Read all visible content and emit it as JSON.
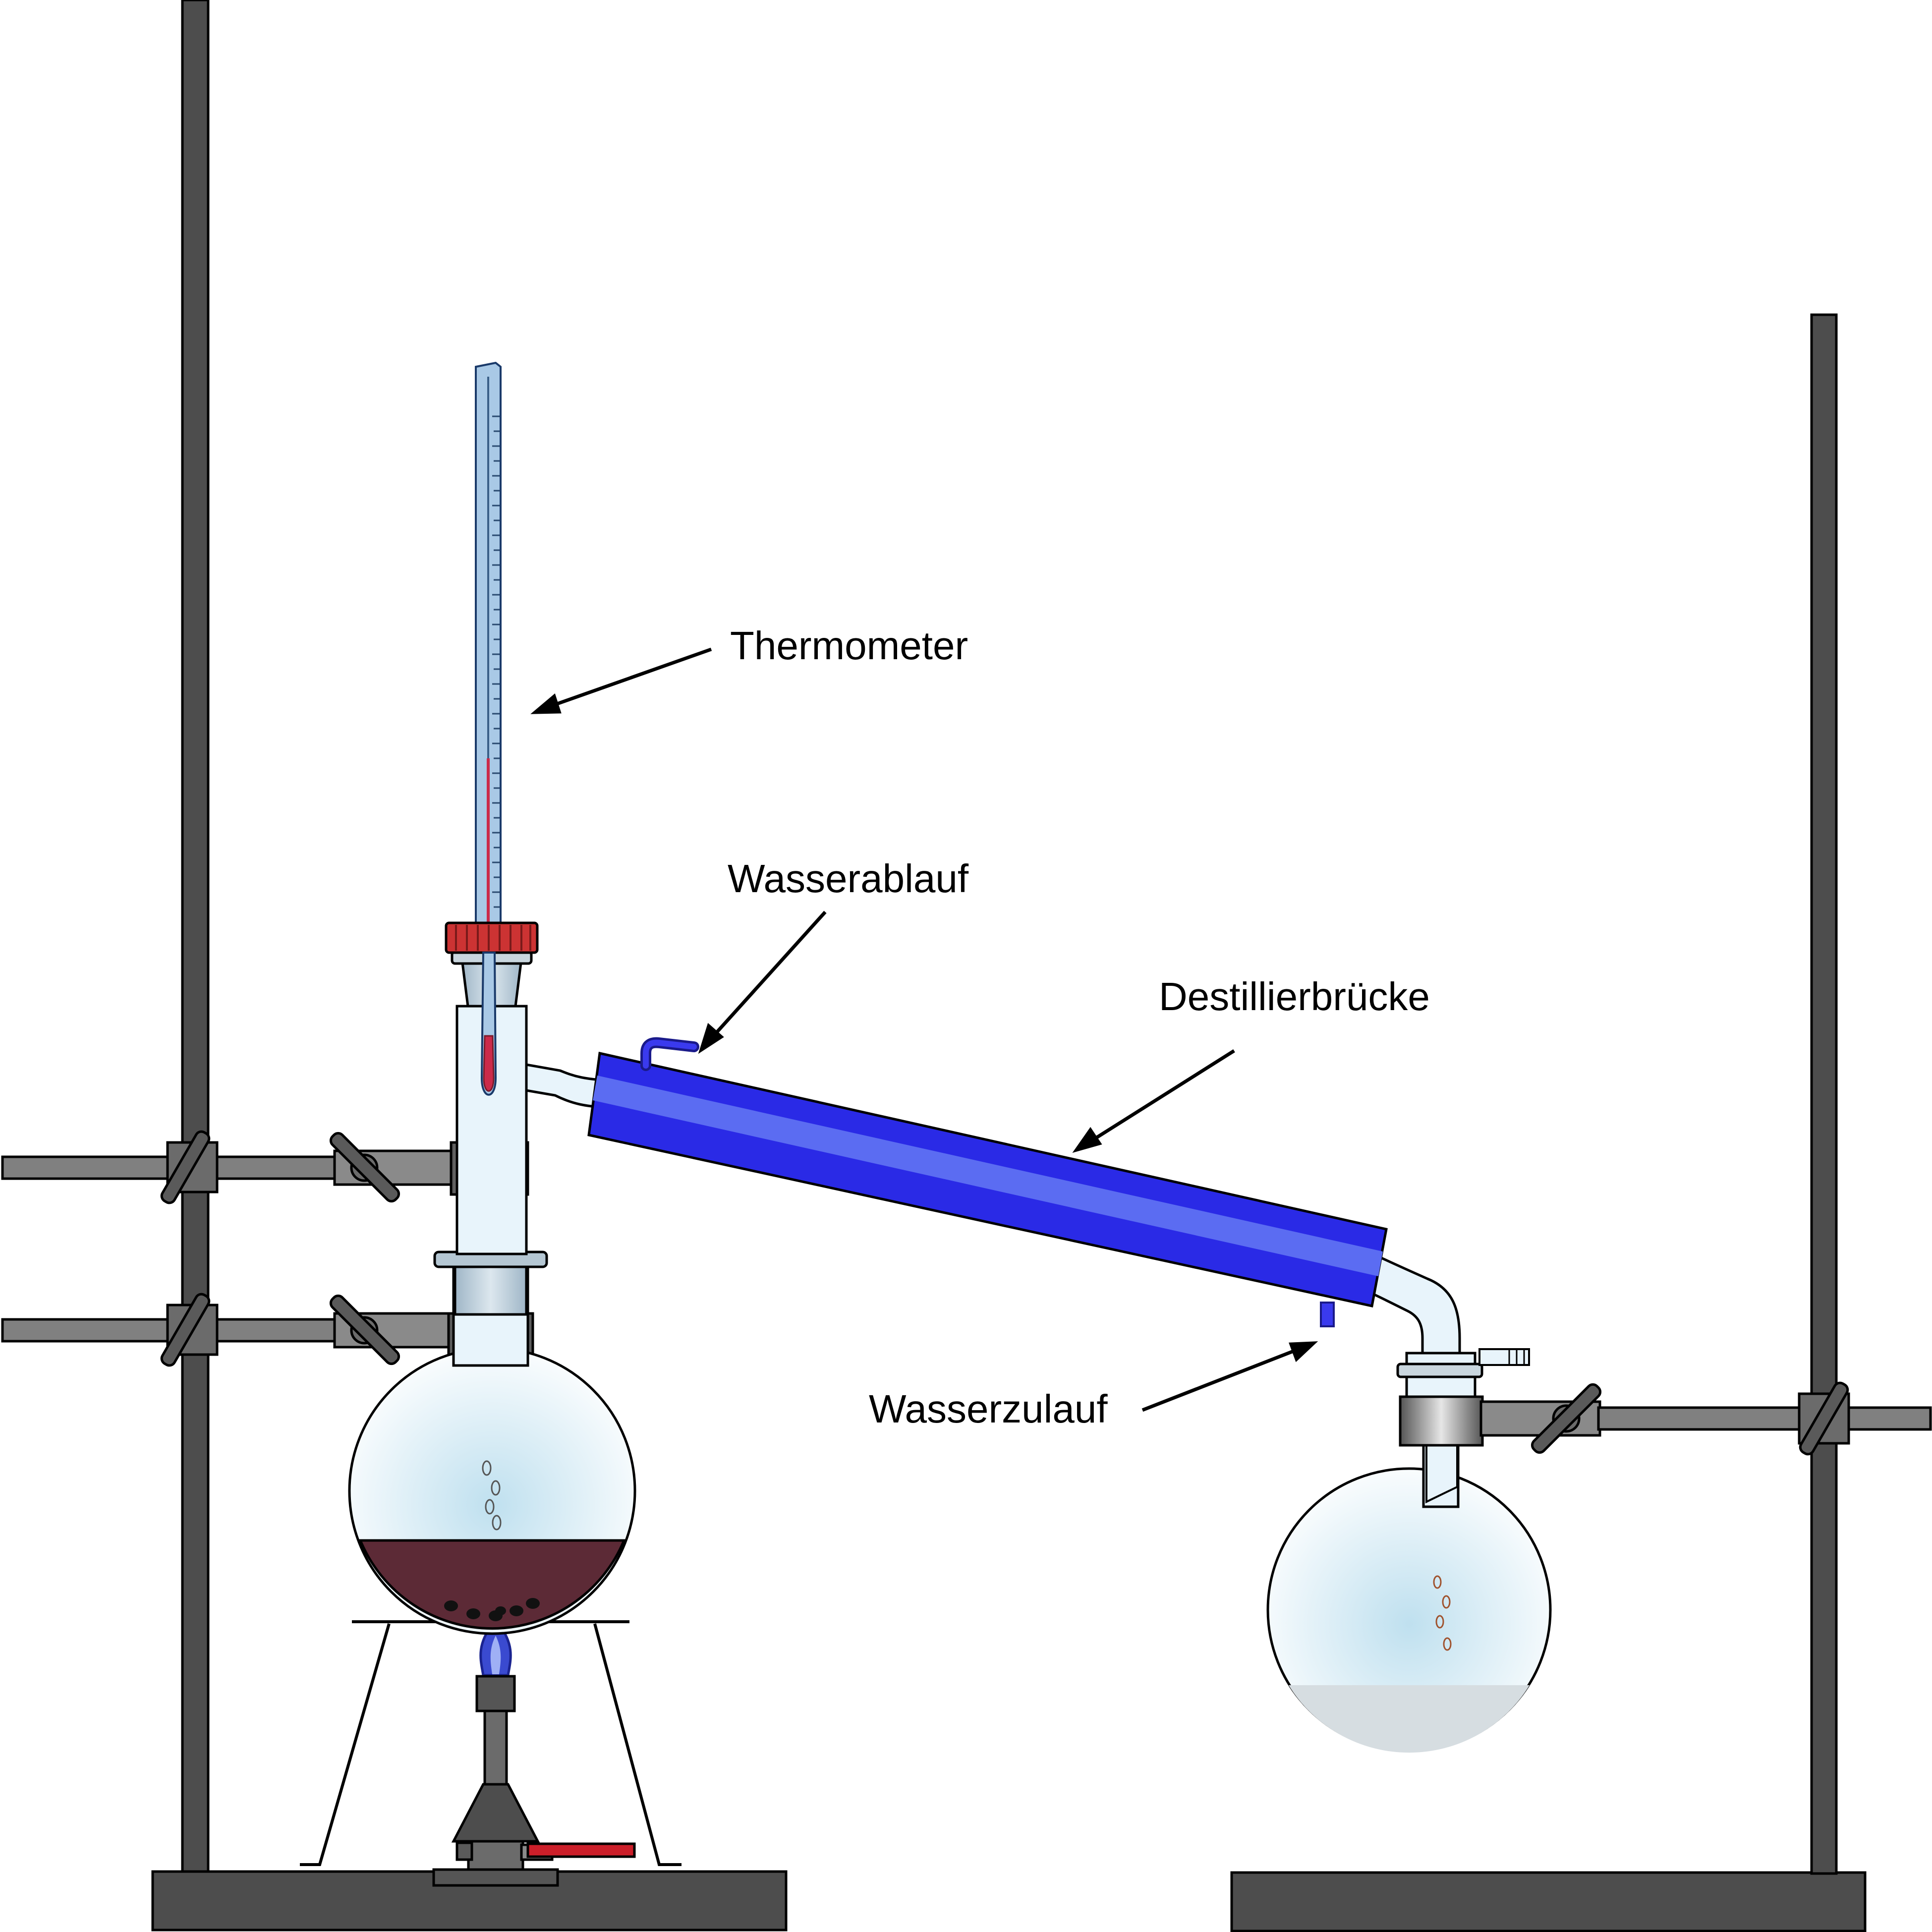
{
  "labels": {
    "thermometer": "Thermometer",
    "water_outlet": "Wasserablauf",
    "distillation_bridge": "Destillierbrücke",
    "water_inlet": "Wasserzulauf"
  },
  "colors": {
    "stand": "#4d4d4d",
    "clamp": "#808080",
    "condenser": "#2a2ae6",
    "condenser_inner": "#5b6cf2",
    "liquid": "#5c2a36",
    "stopper": "#cc3333",
    "glass": "#e8f4fb",
    "thermometer_glass": "#a9c9e6",
    "mercury": "#cc2a4a",
    "flame": "#3a4ad0",
    "distillate": "#d6dde1"
  }
}
